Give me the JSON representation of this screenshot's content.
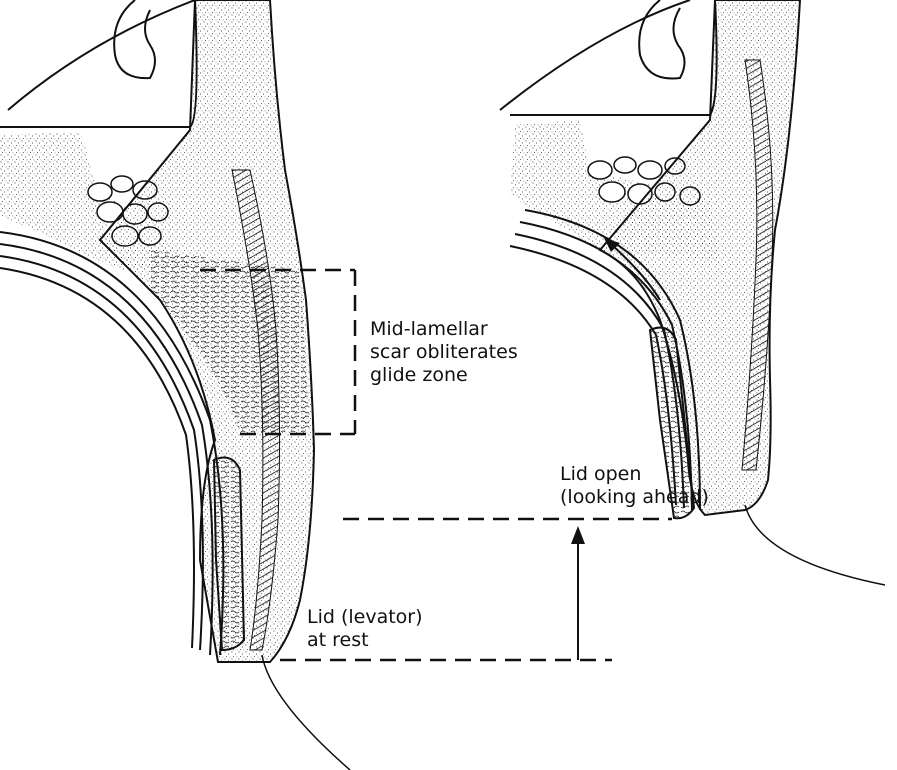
{
  "labels": {
    "scar": {
      "line1": "Mid-lamellar",
      "line2": "scar obliterates",
      "line3": "glide zone"
    },
    "open": {
      "line1": "Lid open",
      "line2": "(looking ahead)"
    },
    "rest": {
      "line1": "Lid (levator)",
      "line2": "at rest"
    }
  },
  "colors": {
    "ink": "#111111",
    "tissue": "#ffffff",
    "stipple": "#222222"
  }
}
